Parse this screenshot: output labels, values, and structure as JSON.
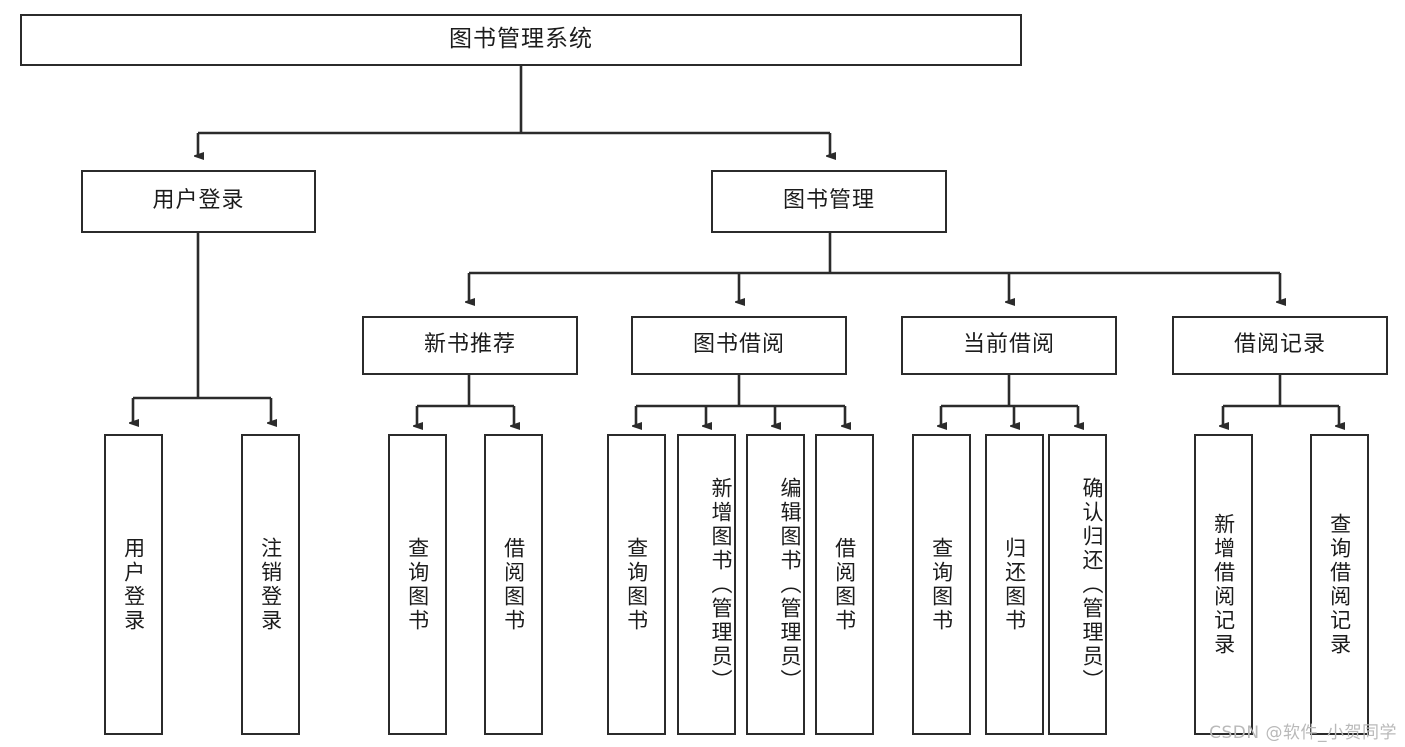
{
  "diagram": {
    "type": "tree-hierarchy",
    "title": "图书管理系统",
    "levels": {
      "root": {
        "label": "图书管理系统"
      },
      "level2": [
        {
          "id": "user-login",
          "label": "用户登录"
        },
        {
          "id": "book-management",
          "label": "图书管理"
        }
      ],
      "level3": [
        {
          "id": "new-book-recommend",
          "label": "新书推荐"
        },
        {
          "id": "book-borrow",
          "label": "图书借阅"
        },
        {
          "id": "current-borrow",
          "label": "当前借阅"
        },
        {
          "id": "borrow-record",
          "label": "借阅记录"
        }
      ],
      "leaves": {
        "user_login": [
          {
            "id": "leaf-user-login",
            "label": "用户登录"
          },
          {
            "id": "leaf-logout-login",
            "label": "注销登录"
          }
        ],
        "new_book_recommend": [
          {
            "id": "leaf-query-book-1",
            "label": "查询图书"
          },
          {
            "id": "leaf-borrow-book-1",
            "label": "借阅图书"
          }
        ],
        "book_borrow": [
          {
            "id": "leaf-query-book-2",
            "label": "查询图书"
          },
          {
            "id": "leaf-add-book-admin",
            "label": "新增图书（管理员）"
          },
          {
            "id": "leaf-edit-book-admin",
            "label": "编辑图书（管理员）"
          },
          {
            "id": "leaf-borrow-book-2",
            "label": "借阅图书"
          }
        ],
        "current_borrow": [
          {
            "id": "leaf-query-book-3",
            "label": "查询图书"
          },
          {
            "id": "leaf-return-book",
            "label": "归还图书"
          },
          {
            "id": "leaf-confirm-return-admin",
            "label": "确认归还（管理员）"
          }
        ],
        "borrow_record": [
          {
            "id": "leaf-add-borrow-record",
            "label": "新增借阅记录"
          },
          {
            "id": "leaf-query-borrow-record",
            "label": "查询借阅记录"
          }
        ]
      }
    },
    "colors": {
      "stroke": "#2b2b2b",
      "text": "#1c1c1c",
      "background": "#ffffff",
      "watermark": "#b9b9b9"
    }
  },
  "watermark": {
    "text": "CSDN @软件_小贺同学"
  }
}
